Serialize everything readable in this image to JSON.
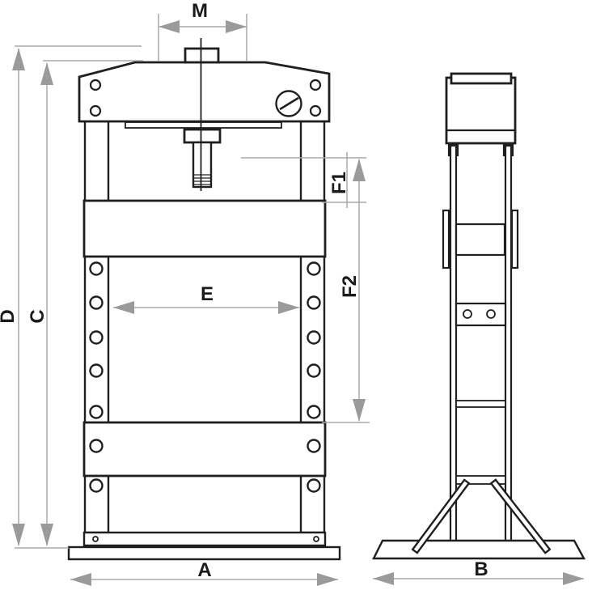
{
  "diagram": {
    "type": "technical-drawing",
    "dimension_labels": {
      "M": "M",
      "D": "D",
      "C": "C",
      "E": "E",
      "F1": "F1",
      "F2": "F2",
      "A": "A",
      "B": "B"
    },
    "colors": {
      "outline": "#1f1f1f",
      "dimension_line": "#a8a8a8",
      "dimension_arrow": "#9a9a9a",
      "label": "#1a1a1a",
      "background": "#ffffff"
    }
  }
}
